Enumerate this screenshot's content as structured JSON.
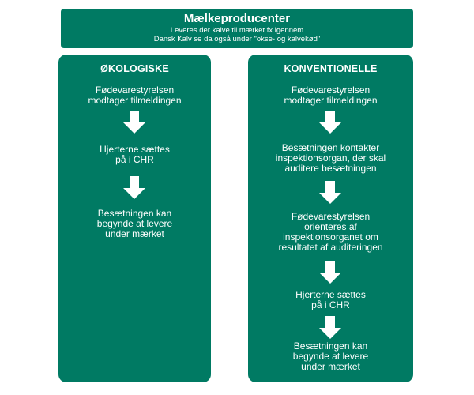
{
  "header": {
    "title": "Mælkeproducenter",
    "subtitle_line1": "Leveres der kalve til mærket fx igennem",
    "subtitle_line2": "Dansk Kalv se da også under \"okse- og kalvekød\""
  },
  "organic": {
    "title": "ØKOLOGISKE",
    "steps": [
      "Fødevarestyrelsen\nmodtager tilmeldingen",
      "Hjerterne sættes\npå i CHR",
      "Besætningen kan\nbegynde at levere\nunder mærket"
    ]
  },
  "conventional": {
    "title": "KONVENTIONELLE",
    "steps": [
      "Fødevarestyrelsen\nmodtager tilmeldingen",
      "Besætningen kontakter\ninspektionsorgan, der skal\nauditere besætningen",
      "Fødevarestyrelsen\norienteres af\ninspektionsorganet om\nresultatet af auditeringen",
      "Hjerterne sættes\npå i CHR",
      "Besætningen kan\nbegynde at levere\nunder mærket"
    ]
  },
  "colors": {
    "box_fill": "#007a63",
    "text": "#ffffff",
    "arrow": "#ffffff"
  }
}
